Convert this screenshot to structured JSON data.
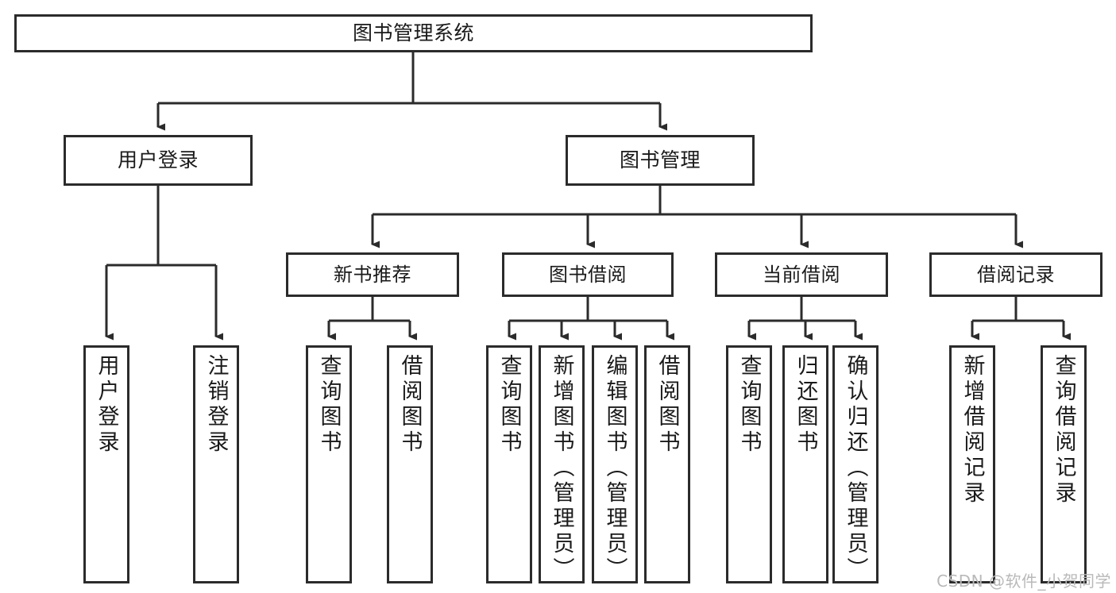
{
  "diagram": {
    "title": "图书管理系统",
    "type": "hierarchy-tree",
    "colors": {
      "background": "#ffffff",
      "box_border": "#2b2b2b",
      "box_fill": "#ffffff",
      "text": "#1a1a1a",
      "connector": "#2b2b2b",
      "watermark": "#b9b9b9"
    },
    "root": {
      "label": "图书管理系统"
    },
    "level2": [
      {
        "label": "用户登录"
      },
      {
        "label": "图书管理"
      }
    ],
    "level3": [
      {
        "label": "新书推荐"
      },
      {
        "label": "图书借阅"
      },
      {
        "label": "当前借阅"
      },
      {
        "label": "借阅记录"
      }
    ],
    "leaves": {
      "user_login": [
        {
          "label": "用户登录"
        },
        {
          "label": "注销登录"
        }
      ],
      "new_book_recommend": [
        {
          "label": "查询图书"
        },
        {
          "label": "借阅图书"
        }
      ],
      "book_borrow": [
        {
          "label": "查询图书"
        },
        {
          "label": "新增图书（管理员）"
        },
        {
          "label": "编辑图书（管理员）"
        },
        {
          "label": "借阅图书"
        }
      ],
      "current_borrow": [
        {
          "label": "查询图书"
        },
        {
          "label": "归还图书"
        },
        {
          "label": "确认归还（管理员）"
        }
      ],
      "borrow_record": [
        {
          "label": "新增借阅记录"
        },
        {
          "label": "查询借阅记录"
        }
      ]
    },
    "watermark": "CSDN @软件_小贺同学"
  }
}
